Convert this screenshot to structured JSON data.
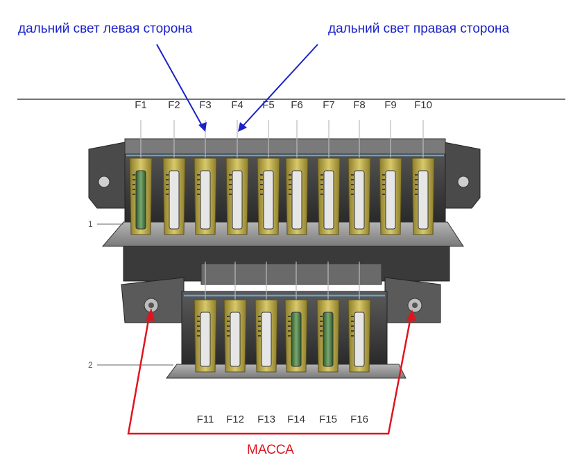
{
  "labels": {
    "left_high_beam": "дальний свет левая сторона",
    "right_high_beam": "дальний свет правая сторона",
    "ground": "МАССА"
  },
  "row_numbers": {
    "row1": "1",
    "row2": "2"
  },
  "top_fuses": [
    "F1",
    "F2",
    "F3",
    "F4",
    "F5",
    "F6",
    "F7",
    "F8",
    "F9",
    "F10"
  ],
  "bottom_fuses": [
    "F11",
    "F12",
    "F13",
    "F14",
    "F15",
    "F16"
  ],
  "colors": {
    "annotation_blue": "#1a22c8",
    "annotation_red": "#e0141e",
    "fuse_yellow": "#c8b85a",
    "fuse_green": "#3f7a3a",
    "housing_gray": "#8a8a8a"
  }
}
